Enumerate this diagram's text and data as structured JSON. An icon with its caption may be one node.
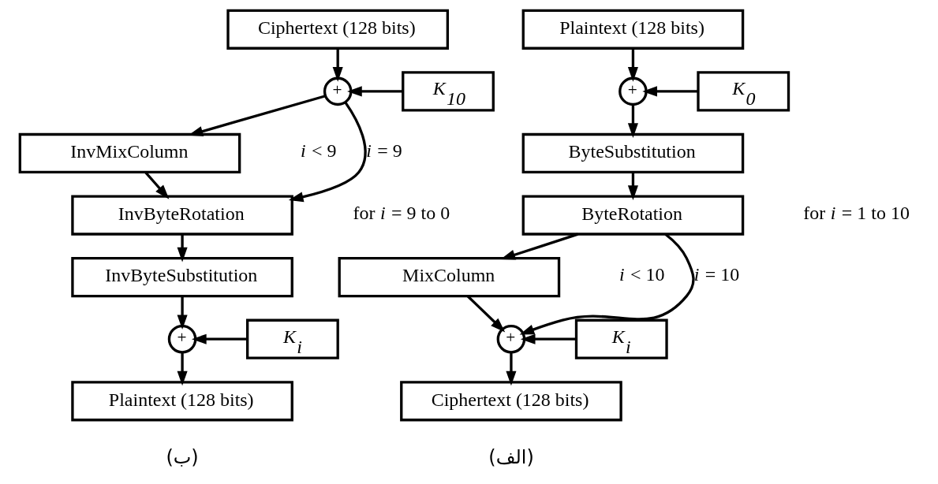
{
  "diagram": {
    "nodes": [
      {
        "text": [
          "Ciphertext (128 bits)"
        ]
      },
      {
        "text": [
          "+"
        ]
      },
      {
        "text": [
          "K$_{10}$"
        ]
      },
      {
        "text": [
          "InvMixColumn"
        ]
      },
      {
        "text": [
          "InvByteRotation"
        ]
      },
      {
        "text": [
          "InvByteSubstitution"
        ]
      },
      {
        "text": [
          "+"
        ]
      },
      {
        "text": [
          "K$_{i}$"
        ]
      },
      {
        "text": [
          "Plaintext (128 bits)"
        ]
      },
      {
        "text": [
          "Plaintext (128 bits)"
        ]
      },
      {
        "text": [
          "+"
        ]
      },
      {
        "text": [
          "K$_{0}$"
        ]
      },
      {
        "text": [
          "ByteSubstitution"
        ]
      },
      {
        "text": [
          "ByteRotation"
        ]
      },
      {
        "text": [
          "MixColumn"
        ]
      },
      {
        "text": [
          "+"
        ]
      },
      {
        "text": [
          "K$_{i}$"
        ]
      },
      {
        "text": [
          "Ciphertext (128 bits)"
        ]
      }
    ],
    "edges": [
      {
        "from": 0,
        "to": 1,
        "arrow": "to"
      },
      {
        "from": 2,
        "to": 1,
        "arrow": "to"
      },
      {
        "from": 1,
        "to": 3,
        "arrow": "to"
      },
      {
        "from": 1,
        "to": 4,
        "arrow": "to",
        "label": "*i* = 9"
      },
      {
        "from": 3,
        "to": 4,
        "arrow": "to"
      },
      {
        "from": 4,
        "to": 5,
        "arrow": "to"
      },
      {
        "from": 5,
        "to": 6,
        "arrow": "to"
      },
      {
        "from": 7,
        "to": 6,
        "arrow": "to"
      },
      {
        "from": 6,
        "to": 8,
        "arrow": "to"
      },
      {
        "from": 9,
        "to": 10,
        "arrow": "to"
      },
      {
        "from": 11,
        "to": 10,
        "arrow": "to"
      },
      {
        "from": 10,
        "to": 12,
        "arrow": "to"
      },
      {
        "from": 12,
        "to": 13,
        "arrow": "to"
      },
      {
        "from": 13,
        "to": 14,
        "arrow": "to"
      },
      {
        "from": 13,
        "to": 15,
        "arrow": "to",
        "label": "*i* = 10"
      },
      {
        "from": 14,
        "to": 15,
        "arrow": "to"
      },
      {
        "from": 16,
        "to": 15,
        "arrow": "to"
      },
      {
        "from": 15,
        "to": 17,
        "arrow": "to"
      }
    ],
    "labels": [
      "*i* < 9",
      "for *i* = 9 to 0",
      "(ب)",
      "*i* < 10",
      "for *i* = 1 to 10",
      "(الف)"
    ]
  }
}
